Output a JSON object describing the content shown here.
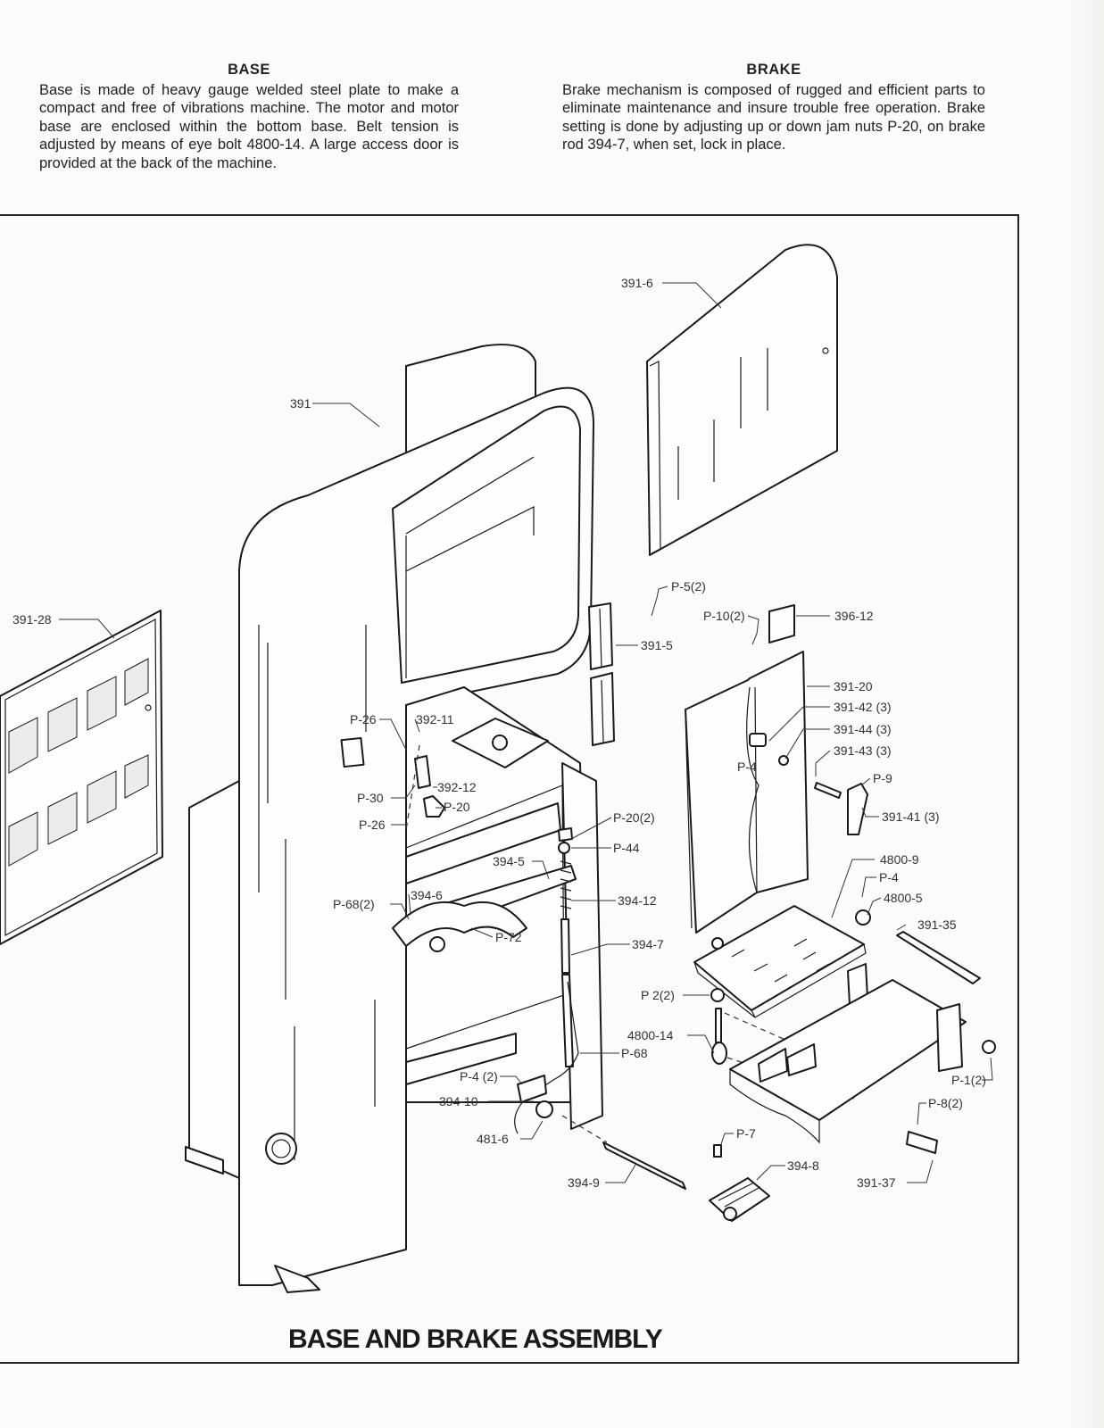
{
  "base": {
    "heading": "BASE",
    "text": "Base is made of heavy gauge welded steel plate to make a compact and free of vibrations machine. The motor and motor base are enclosed within the bottom base. Belt tension is adjusted by means of eye bolt 4800-14. A large access door is provided at the back of the machine."
  },
  "brake": {
    "heading": "BRAKE",
    "text": "Brake mechanism is composed of rugged and efficient parts to eliminate maintenance and insure trouble free operation. Brake setting is done by adjusting up or down jam nuts P-20, on brake rod 394-7, when set, lock in place."
  },
  "diagram": {
    "title": "BASE AND BRAKE ASSEMBLY",
    "labels": [
      "391-6",
      "391",
      "391-28",
      "P-5(2)",
      "P-10(2)",
      "396-12",
      "391-5",
      "391-20",
      "391-42 (3)",
      "391-44 (3)",
      "391-43 (3)",
      "P-4",
      "P-9",
      "391-41 (3)",
      "P-26",
      "392-11",
      "392-12",
      "P-20",
      "P-30",
      "P-26",
      "P-20(2)",
      "P-44",
      "394-5",
      "394-6",
      "P-68(2)",
      "P-72",
      "394-12",
      "394-7",
      "4800-9",
      "P-4",
      "4800-5",
      "391-35",
      "P 2(2)",
      "4800-14",
      "P-68",
      "P-4 (2)",
      "394-10",
      "481-6",
      "P-1(2)",
      "P-8(2)",
      "P-7",
      "394-8",
      "394-9",
      "391-37"
    ]
  }
}
